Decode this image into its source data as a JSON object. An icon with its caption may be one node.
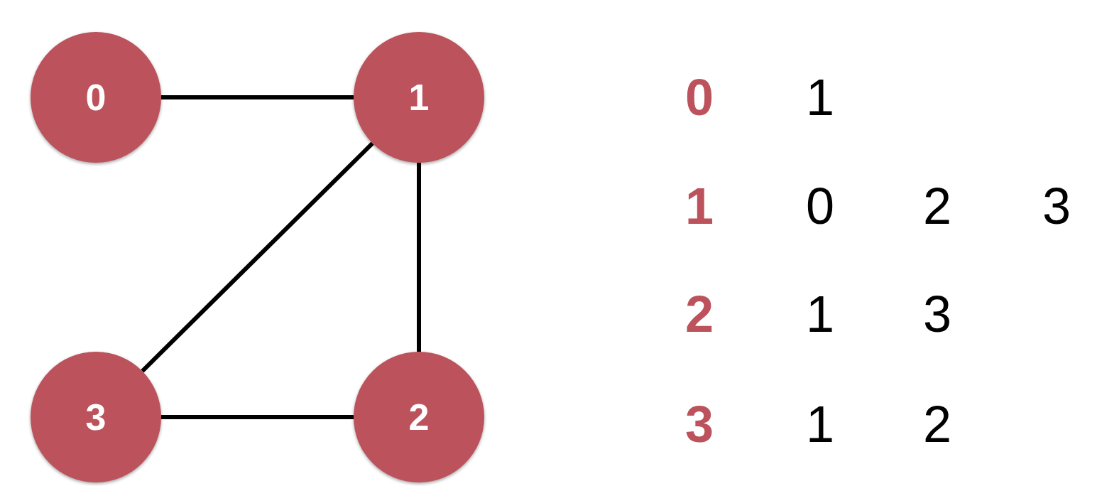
{
  "diagram": {
    "nodes": [
      {
        "text": [
          "0"
        ]
      },
      {
        "text": [
          "1"
        ]
      },
      {
        "text": [
          "2"
        ]
      },
      {
        "text": [
          "3"
        ]
      }
    ],
    "edges": [
      {
        "from": 0,
        "to": 1,
        "arrow": "none"
      },
      {
        "from": 1,
        "to": 3,
        "arrow": "none"
      },
      {
        "from": 1,
        "to": 2,
        "arrow": "none"
      },
      {
        "from": 3,
        "to": 2,
        "arrow": "none"
      }
    ],
    "labels": [
      "0",
      "1",
      "1",
      "0",
      "2",
      "3",
      "2",
      "1",
      "3",
      "3",
      "1",
      "2"
    ]
  }
}
